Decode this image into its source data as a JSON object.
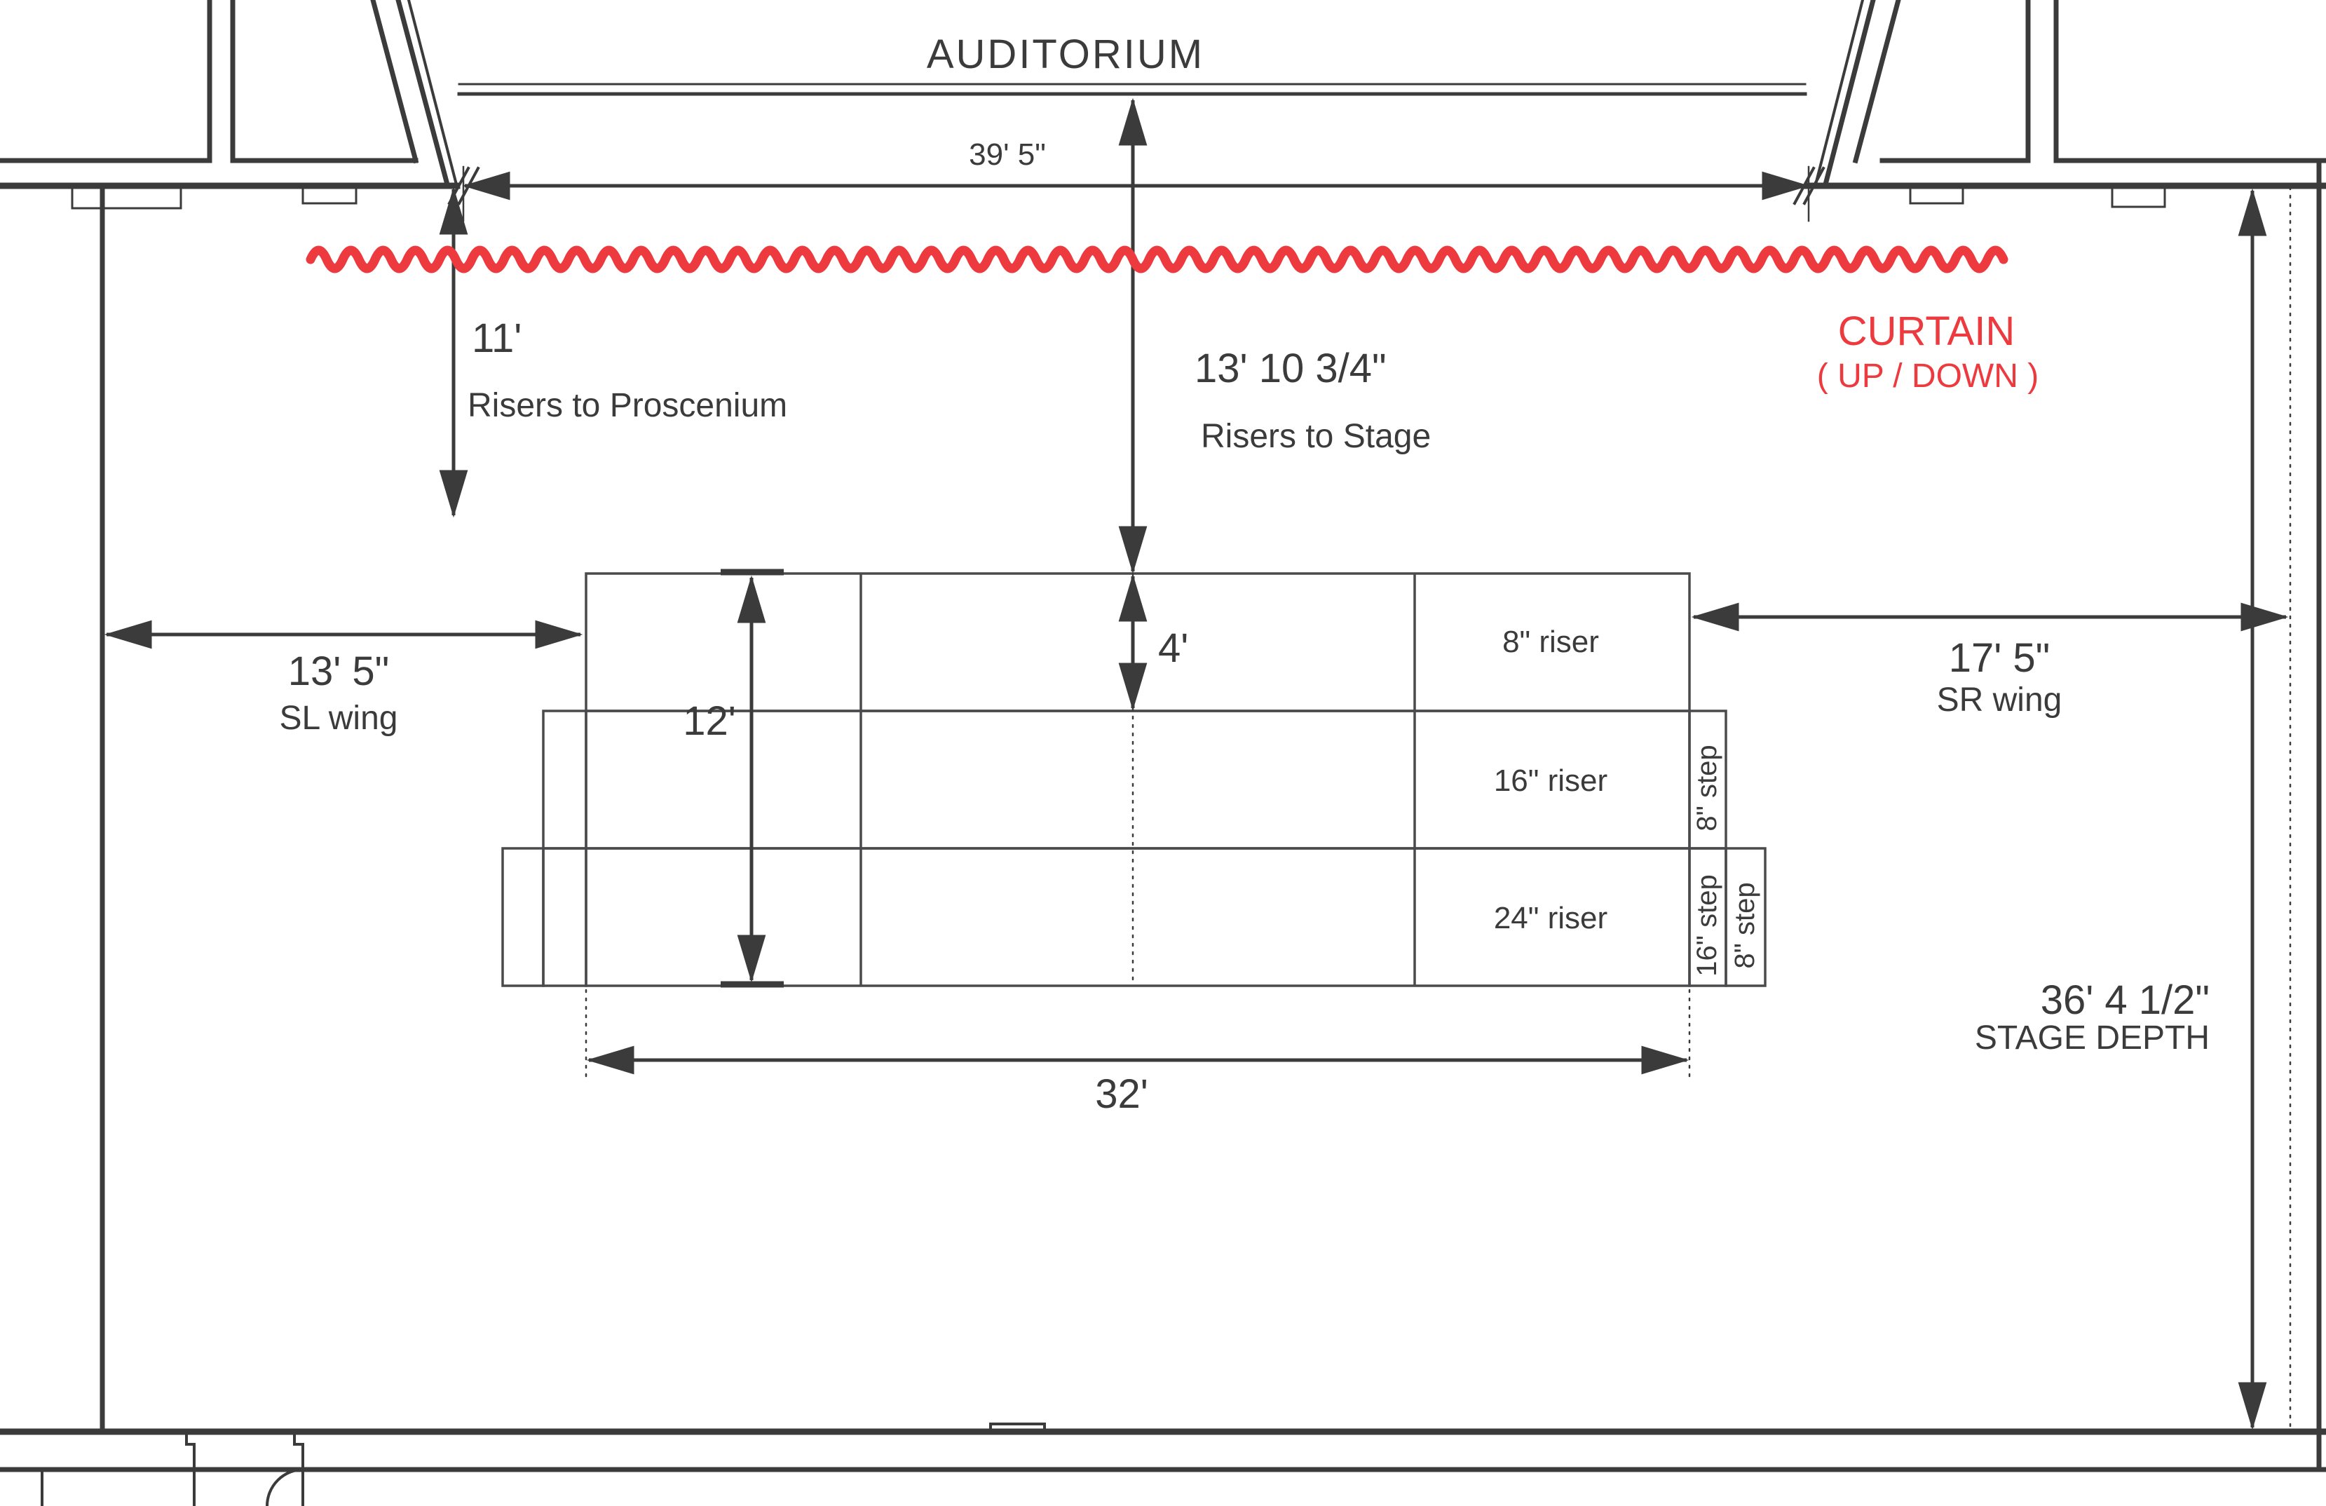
{
  "title": "AUDITORIUM",
  "colors": {
    "line": "#3b3b3c",
    "accent_red": "#ed3a3f",
    "background": "#ffffff"
  },
  "curtain": {
    "label": "CURTAIN",
    "sublabel": "( UP / DOWN )"
  },
  "dimensions": {
    "proscenium_width": {
      "value": "39' 5\""
    },
    "risers_to_stage": {
      "value": "13' 10 3/4\"",
      "label": "Risers to Stage"
    },
    "risers_to_proscenium": {
      "value": "11'",
      "label": "Risers to Proscenium"
    },
    "sl_wing": {
      "value": "13' 5\"",
      "label": "SL wing"
    },
    "sr_wing": {
      "value": "17' 5\"",
      "label": "SR wing"
    },
    "stage_depth": {
      "value": "36' 4 1/2\"",
      "label": "STAGE DEPTH"
    },
    "riser_width": {
      "value": "32'"
    },
    "riser_total_depth": {
      "value": "12'"
    },
    "riser_row_depth": {
      "value": "4'"
    }
  },
  "risers": {
    "rows": [
      {
        "label": "8\" riser"
      },
      {
        "label": "16\" riser"
      },
      {
        "label": "24\" riser"
      }
    ],
    "steps": [
      {
        "label": "8\" step"
      },
      {
        "label": "16\" step"
      },
      {
        "label": "8\" step"
      }
    ]
  }
}
